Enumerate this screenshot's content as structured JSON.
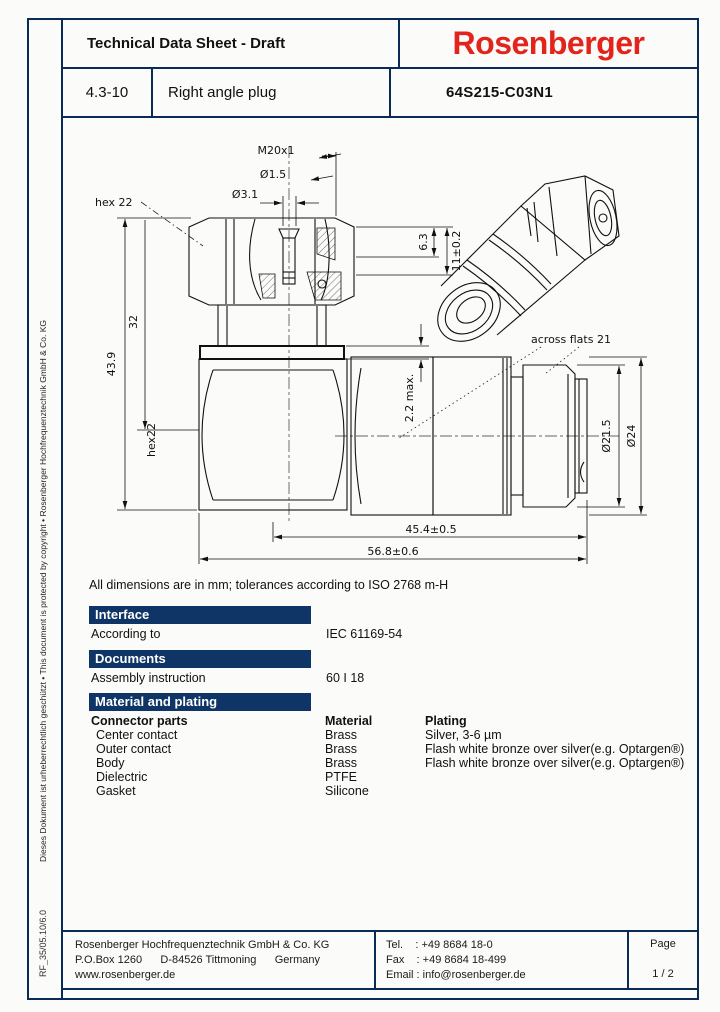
{
  "colors": {
    "navy_border": "#0b2b57",
    "section_bar": "#0f3566",
    "logo_red": "#e2241c",
    "paper": "#fbfbfa",
    "drawing_line": "#111111"
  },
  "header": {
    "title": "Technical Data Sheet - Draft",
    "brand": "Rosenberger",
    "series": "4.3-10",
    "product": "Right angle plug",
    "part_number": "64S215-C03N1"
  },
  "sidebar": {
    "copyright": "Dieses Dokument ist urheberrechtlich geschützt • This document is protected by copyright • Rosenberger Hochfrequenztechnik GmbH & Co. KG",
    "form_ref": "RF_35/05.10/6.0"
  },
  "drawing": {
    "labels": {
      "thread": "M20x1",
      "dia_pin": "Ø1.5",
      "dia_bore": "Ø3.1",
      "hex_nut": "hex 22",
      "height": "43.9",
      "height2": "32",
      "hex_body": "hex22",
      "depth1": "6.3",
      "depth2": "11±0.2",
      "flange": "2.2 max.",
      "across_flats": "across flats 21",
      "dia_nut": "Ø21.5",
      "dia_body": "Ø24",
      "length1": "45.4±0.5",
      "length2": "56.8±0.6"
    }
  },
  "note": "All dimensions are in mm; tolerances according to ISO 2768 m-H",
  "sections": {
    "interface": {
      "title": "Interface",
      "rows": [
        {
          "label": "According to",
          "value": "IEC 61169-54"
        }
      ]
    },
    "documents": {
      "title": "Documents",
      "rows": [
        {
          "label": "Assembly instruction",
          "value": "60 I 18"
        }
      ]
    },
    "materials": {
      "title": "Material and plating",
      "columns": {
        "part": "Connector parts",
        "material": "Material",
        "plating": "Plating"
      },
      "rows": [
        {
          "part": "Center contact",
          "material": "Brass",
          "plating": "Silver, 3-6 µm"
        },
        {
          "part": "Outer contact",
          "material": "Brass",
          "plating": "Flash white bronze over silver(e.g. Optargen®)"
        },
        {
          "part": "Body",
          "material": "Brass",
          "plating": "Flash white bronze over silver(e.g. Optargen®)"
        },
        {
          "part": "Dielectric",
          "material": "PTFE",
          "plating": ""
        },
        {
          "part": "Gasket",
          "material": "Silicone",
          "plating": ""
        }
      ]
    }
  },
  "footer": {
    "company_lines": [
      "Rosenberger Hochfrequenztechnik GmbH & Co. KG",
      "P.O.Box 1260      D-84526 Tittmoning      Germany",
      "www.rosenberger.de"
    ],
    "contact_lines": [
      "Tel.    : +49 8684 18-0",
      "Fax    : +49 8684 18-499",
      "Email : info@rosenberger.de"
    ],
    "page_label": "Page",
    "page_value": "1 / 2"
  }
}
